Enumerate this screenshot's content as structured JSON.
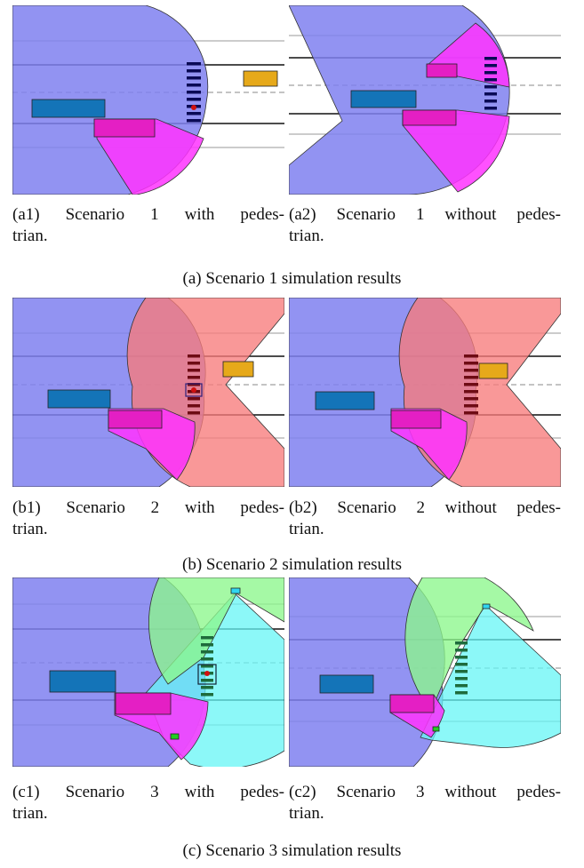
{
  "figure": {
    "scenario_1": {
      "caption": "(a) Scenario 1 simulation results",
      "with_pedestrian": {
        "caption_line1": "(a1) Scenario 1 with pedes-",
        "caption_line2": "trian."
      },
      "without_pedestrian": {
        "caption_line1": "(a2) Scenario 1 without pedes-",
        "caption_line2": "trian."
      }
    },
    "scenario_2": {
      "caption": "(b) Scenario 2 simulation results",
      "with_pedestrian": {
        "caption_line1": "(b1) Scenario 2 with pedes-",
        "caption_line2": "trian."
      },
      "without_pedestrian": {
        "caption_line1": "(b2) Scenario 2 without pedes-",
        "caption_line2": "trian."
      }
    },
    "scenario_3": {
      "caption": "(c) Scenario 3 simulation results",
      "with_pedestrian": {
        "caption_line1": "(c1) Scenario 3 with pedes-",
        "caption_line2": "trian."
      },
      "without_pedestrian": {
        "caption_line1": "(c2) Scenario 3 without pedes-",
        "caption_line2": "trian."
      }
    }
  },
  "colors": {
    "ego_reachable": "#7f80f0",
    "pink_vehicle": "#ff33ff",
    "red_zone": "#f77b7b",
    "green_zone": "#8cf78c",
    "cyan_zone": "#66f5f5",
    "blue_car": "#1474b8",
    "orange_car": "#e6a91a",
    "crosswalk_blue": "#0a0a55",
    "crosswalk_red": "#6e0b14",
    "crosswalk_green": "#1e6b3c"
  }
}
